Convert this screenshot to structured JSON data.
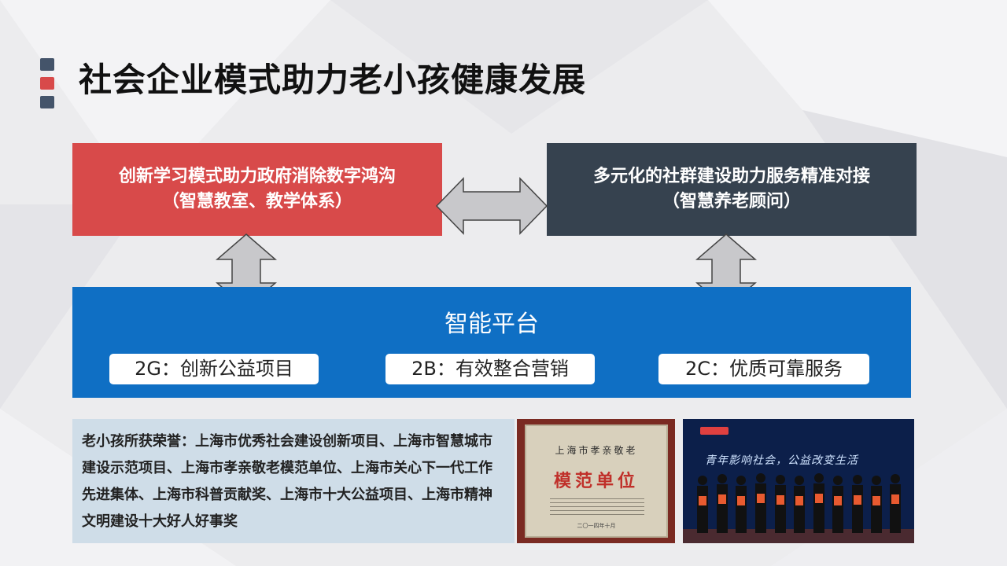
{
  "slide": {
    "title": "社会企业模式助力老小孩健康发展",
    "title_marker_colors": [
      "#44546a",
      "#d84a4a",
      "#44546a"
    ]
  },
  "left_box": {
    "line1": "创新学习模式助力政府消除数字鸿沟",
    "line2": "（智慧教室、教学体系）",
    "color": "#d84a4a"
  },
  "right_box": {
    "line1": "多元化的社群建设助力服务精准对接",
    "line2": "（智慧养老顾问）",
    "color": "#36424f"
  },
  "platform": {
    "title": "智能平台",
    "color": "#0f6fc4",
    "items": [
      {
        "label": "2G：创新公益项目"
      },
      {
        "label": "2B：有效整合营销"
      },
      {
        "label": "2C：优质可靠服务"
      }
    ]
  },
  "honors": {
    "text": "老小孩所获荣誉：上海市优秀社会建设创新项目、上海市智慧城市建设示范项目、上海市孝亲敬老模范单位、上海市关心下一代工作先进集体、上海市科普贡献奖、上海市十大公益项目、上海市精神文明建设十大好人好事奖"
  },
  "plaque_photo": {
    "heading": "上海市孝亲敬老",
    "main": "模范单位",
    "date": "二〇一四年十月"
  },
  "event_photo": {
    "banner": "青年影响社会，公益改变生活"
  }
}
